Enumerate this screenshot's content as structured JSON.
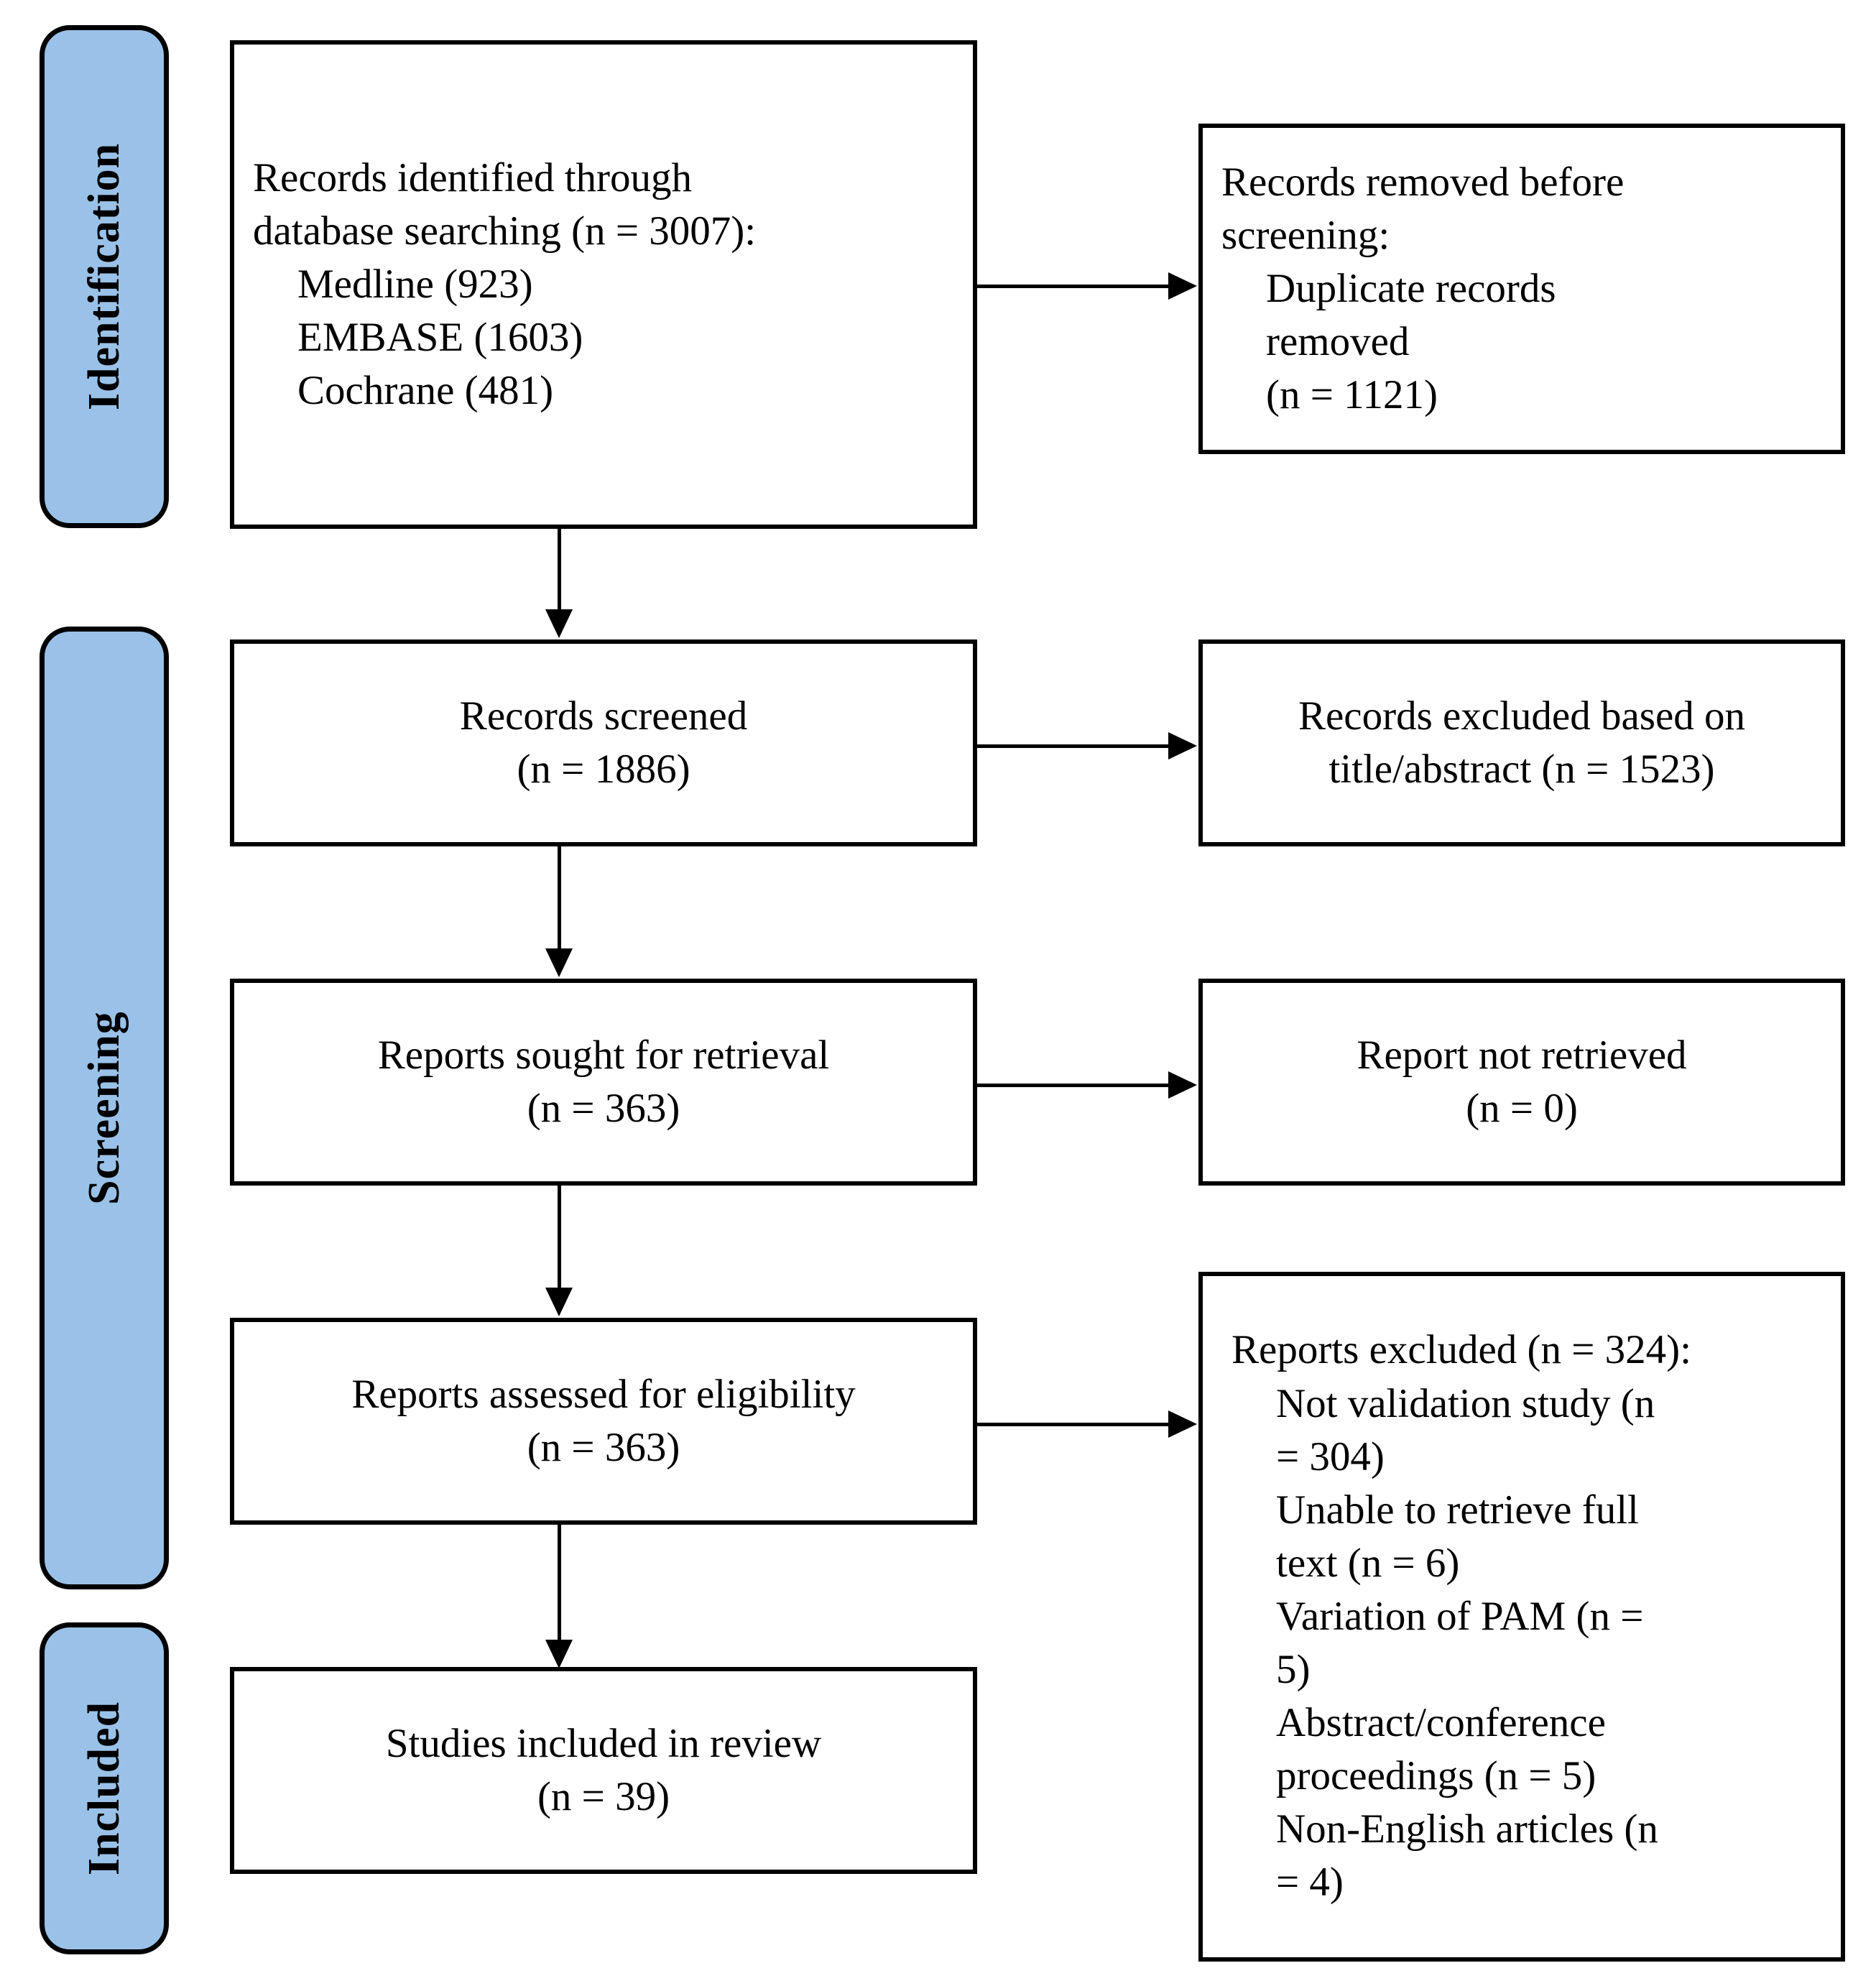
{
  "diagram": {
    "type": "PRISMA flow diagram",
    "accent_color": "#9AC2E8",
    "line_color": "#000000",
    "box_fill": "#ffffff"
  },
  "stages": [
    {
      "id": "identification",
      "label": "Identification"
    },
    {
      "id": "screening",
      "label": "Screening"
    },
    {
      "id": "included",
      "label": "Included"
    }
  ],
  "boxes": {
    "records_identified": {
      "line1": "Records identified through",
      "line2": "database searching (n = 3007):",
      "source1": "Medline (923)",
      "source2": "EMBASE (1603)",
      "source3": "Cochrane (481)"
    },
    "records_removed": {
      "line1": "Records removed before",
      "line2": "screening:",
      "line3": "Duplicate records",
      "line4": "removed",
      "line5": "(n = 1121)"
    },
    "records_screened": {
      "line1": "Records screened",
      "line2": "(n = 1886)"
    },
    "records_excluded": {
      "line1": "Records excluded based on",
      "line2": "title/abstract (n = 1523)"
    },
    "reports_sought": {
      "line1": "Reports sought for retrieval",
      "line2": "(n = 363)"
    },
    "report_not_retrieved": {
      "line1": "Report not retrieved",
      "line2": "(n = 0)"
    },
    "reports_assessed": {
      "line1": "Reports assessed for eligibility",
      "line2": "(n = 363)"
    },
    "reports_excluded": {
      "heading": "Reports excluded (n = 324):",
      "reason1": "Not validation study (n",
      "reason1_cont": "= 304)",
      "reason2": "Unable to retrieve full",
      "reason2_cont": "text (n = 6)",
      "reason3": "Variation of PAM (n =",
      "reason3_cont": "5)",
      "reason4": "Abstract/conference",
      "reason4_cont": "proceedings (n = 5)",
      "reason5": "Non-English articles (n",
      "reason5_cont": "= 4)"
    },
    "studies_included": {
      "line1": "Studies included in review",
      "line2": "(n = 39)"
    }
  },
  "chart_data": {
    "type": "diagram",
    "title": "PRISMA flow diagram",
    "nodes": [
      {
        "id": "records_identified",
        "stage": "Identification",
        "label": "Records identified through database searching",
        "n": 3007,
        "breakdown": [
          {
            "source": "Medline",
            "n": 923
          },
          {
            "source": "EMBASE",
            "n": 1603
          },
          {
            "source": "Cochrane",
            "n": 481
          }
        ]
      },
      {
        "id": "records_removed",
        "stage": "Identification",
        "label": "Records removed before screening: Duplicate records removed",
        "n": 1121
      },
      {
        "id": "records_screened",
        "stage": "Screening",
        "label": "Records screened",
        "n": 1886
      },
      {
        "id": "records_excluded",
        "stage": "Screening",
        "label": "Records excluded based on title/abstract",
        "n": 1523
      },
      {
        "id": "reports_sought",
        "stage": "Screening",
        "label": "Reports sought for retrieval",
        "n": 363
      },
      {
        "id": "report_not_retrieved",
        "stage": "Screening",
        "label": "Report not retrieved",
        "n": 0
      },
      {
        "id": "reports_assessed",
        "stage": "Screening",
        "label": "Reports assessed for eligibility",
        "n": 363
      },
      {
        "id": "reports_excluded",
        "stage": "Screening",
        "label": "Reports excluded",
        "n": 324,
        "breakdown": [
          {
            "reason": "Not validation study",
            "n": 304
          },
          {
            "reason": "Unable to retrieve full text",
            "n": 6
          },
          {
            "reason": "Variation of PAM",
            "n": 5
          },
          {
            "reason": "Abstract/conference proceedings",
            "n": 5
          },
          {
            "reason": "Non-English articles",
            "n": 4
          }
        ]
      },
      {
        "id": "studies_included",
        "stage": "Included",
        "label": "Studies included in review",
        "n": 39
      }
    ],
    "edges": [
      {
        "from": "records_identified",
        "to": "records_removed",
        "direction": "right"
      },
      {
        "from": "records_identified",
        "to": "records_screened",
        "direction": "down"
      },
      {
        "from": "records_screened",
        "to": "records_excluded",
        "direction": "right"
      },
      {
        "from": "records_screened",
        "to": "reports_sought",
        "direction": "down"
      },
      {
        "from": "reports_sought",
        "to": "report_not_retrieved",
        "direction": "right"
      },
      {
        "from": "reports_sought",
        "to": "reports_assessed",
        "direction": "down"
      },
      {
        "from": "reports_assessed",
        "to": "reports_excluded",
        "direction": "right"
      },
      {
        "from": "reports_assessed",
        "to": "studies_included",
        "direction": "down"
      }
    ]
  }
}
